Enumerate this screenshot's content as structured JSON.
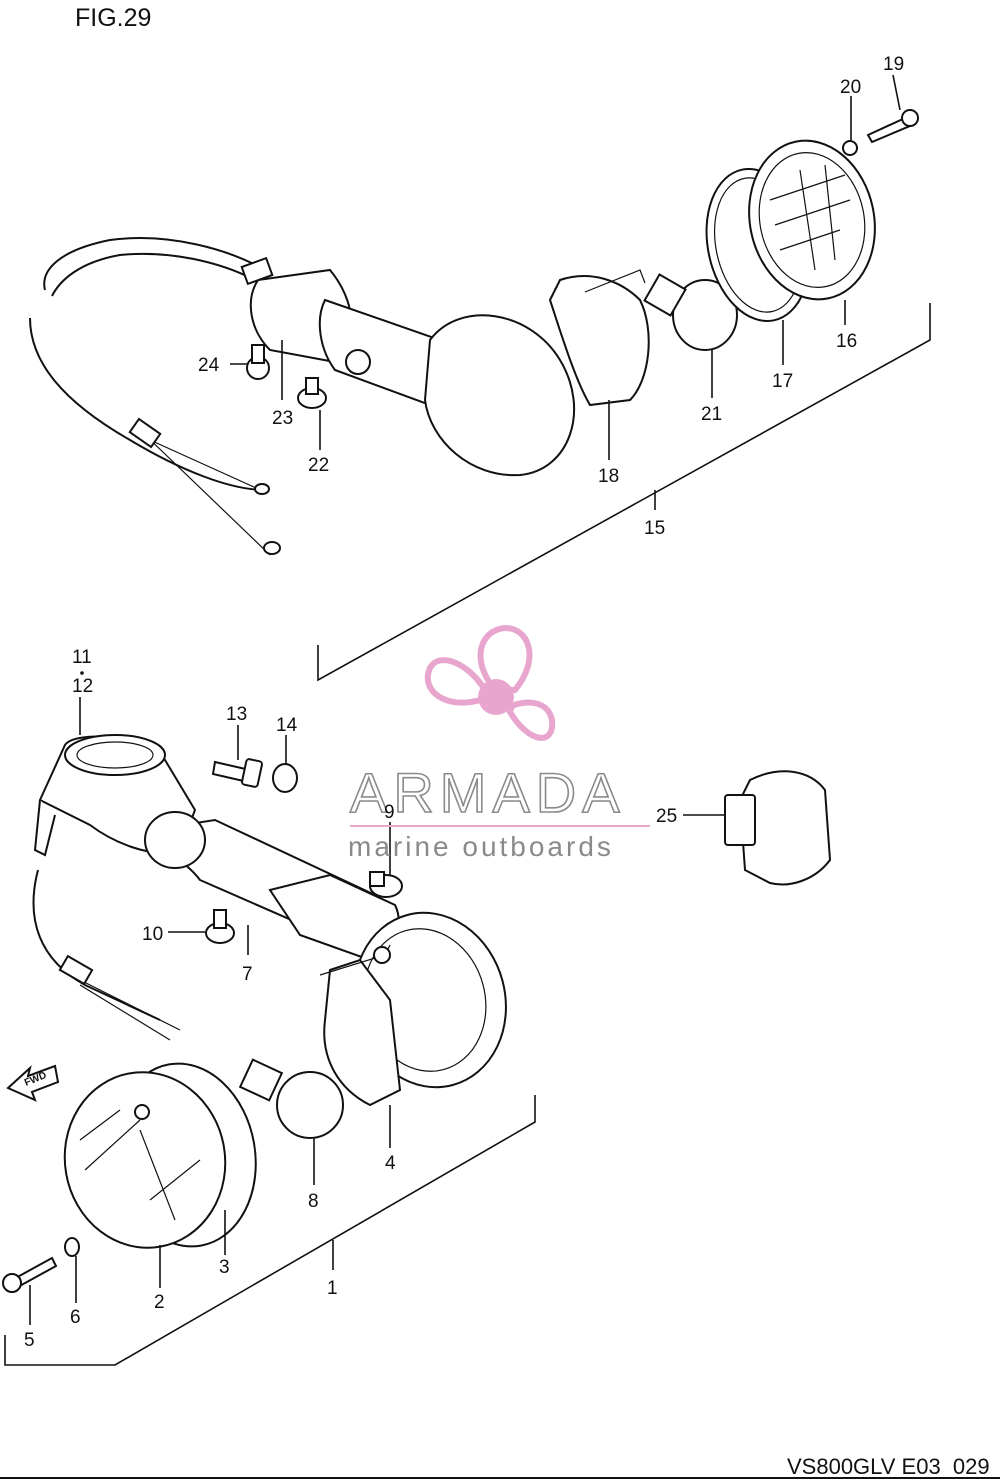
{
  "figure_label": "FIG.29",
  "drawing_code": "VS800GLV E03_029",
  "direction_arrow": "FWD",
  "watermark": {
    "title": "ARMADA",
    "subtitle": "marine outboards",
    "logo_icon": "propeller-icon",
    "accent_color": "#e8a6cf"
  },
  "callouts": {
    "c1": "1",
    "c2": "2",
    "c3": "3",
    "c4": "4",
    "c5": "5",
    "c6": "6",
    "c7": "7",
    "c8": "8",
    "c9": "9",
    "c10": "10",
    "c11": "11",
    "c12": "12",
    "c13": "13",
    "c14": "14",
    "c15": "15",
    "c16": "16",
    "c17": "17",
    "c18": "18",
    "c19": "19",
    "c20": "20",
    "c21": "21",
    "c22": "22",
    "c23": "23",
    "c24": "24",
    "c25": "25"
  }
}
